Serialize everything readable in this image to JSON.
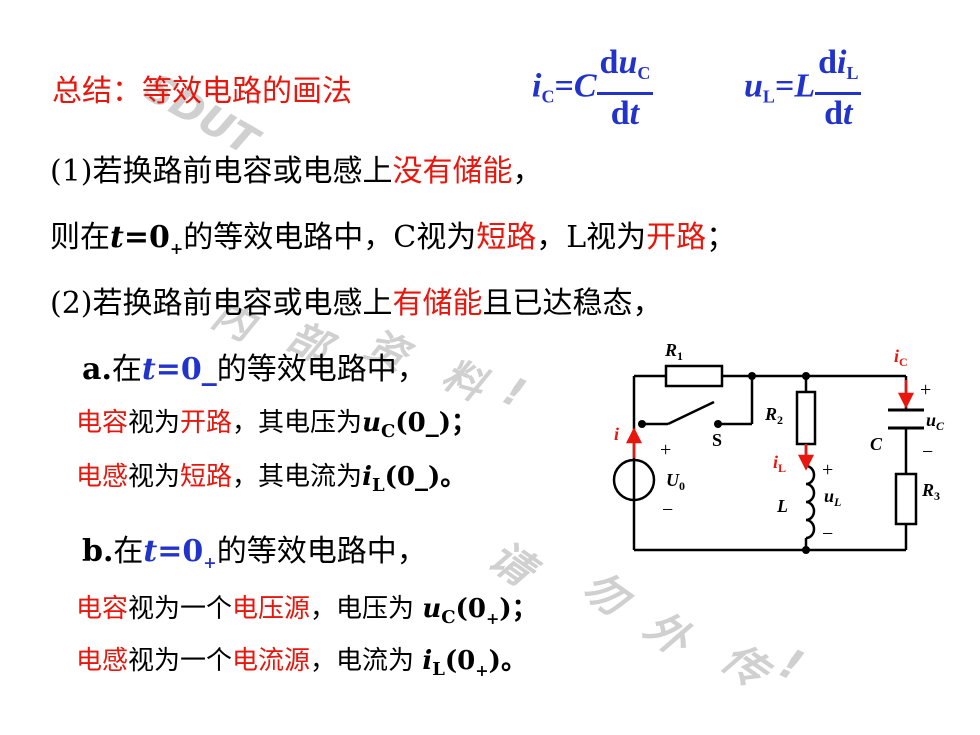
{
  "title": {
    "prefix": "总结：",
    "main": "等效电路的画法"
  },
  "formula": {
    "ic_lhs": "i",
    "ic_sub": "C",
    "eq": "=",
    "C": "C",
    "d": "d",
    "u": "u",
    "uc_sub": "C",
    "dt": "d",
    "t": "t",
    "ul_lhs": "u",
    "ul_sub": "L",
    "L": "L",
    "i": "i",
    "il_sub": "L"
  },
  "line1": {
    "a": "(1)若换路前电容或电感上",
    "b": "没有储能",
    "c": "，"
  },
  "line2": {
    "a": "则在",
    "t": "t",
    "b": "=0",
    "sub": "+",
    "c": "的等效电路中，C视为",
    "d": "短路",
    "e": "，L视为",
    "f": "开路",
    "g": "；"
  },
  "line3": {
    "a": "(2)若换路前电容或电感上",
    "b": "有储能",
    "c": "且已达稳态，"
  },
  "partA": {
    "head_a": "a.",
    "head_b": "在",
    "head_t": "t",
    "head_c": "=0_",
    "head_d": "的等效电路中，",
    "cap_a": "电容",
    "cap_b": "视为",
    "cap_c": "开路",
    "cap_d": "，其电压为",
    "cap_u": "u",
    "cap_sub": "C",
    "cap_e": "(0_)；",
    "ind_a": "电感",
    "ind_b": "视为",
    "ind_c": "短路",
    "ind_d": "，其电流为",
    "ind_i": "i",
    "ind_sub": "L",
    "ind_e": "(0_)。"
  },
  "partB": {
    "head_a": "b.",
    "head_b": "在",
    "head_t": "t",
    "head_c": "=0",
    "head_sub": "+",
    "head_d": "的等效电路中，",
    "cap_a": "电容",
    "cap_b": "视为一个",
    "cap_c": "电压源",
    "cap_d": "，电压为 ",
    "cap_u": "u",
    "cap_sub": "C",
    "cap_e": "(0",
    "cap_sub2": "+",
    "cap_f": ")；",
    "ind_a": "电感",
    "ind_b": "视为一个",
    "ind_c": "电流源",
    "ind_d": "，电流为 ",
    "ind_i": "i",
    "ind_sub": "L",
    "ind_e": "(0",
    "ind_sub2": "+",
    "ind_f": ")。"
  },
  "circuit": {
    "R1": "R",
    "R1_sub": "1",
    "R2": "R",
    "R2_sub": "2",
    "R3": "R",
    "R3_sub": "3",
    "S": "S",
    "C": "C",
    "L": "L",
    "U0": "U",
    "U0_sub": "0",
    "i": "i",
    "iC": "i",
    "iC_sub": "C",
    "iL": "i",
    "iL_sub": "L",
    "uC": "u",
    "uC_sub": "C",
    "uL": "u",
    "uL_sub": "L",
    "plus": "+",
    "minus": "−"
  },
  "watermarks": {
    "w1": "SDUT",
    "w2": "内",
    "w3": "部",
    "w4": "资",
    "w5": "料",
    "w6": "!",
    "w7": "请",
    "w8": "勿",
    "w9": "外",
    "w10": "传",
    "w11": "!"
  },
  "colors": {
    "red": "#e8160c",
    "blue": "#2233cc",
    "black": "#000000"
  }
}
